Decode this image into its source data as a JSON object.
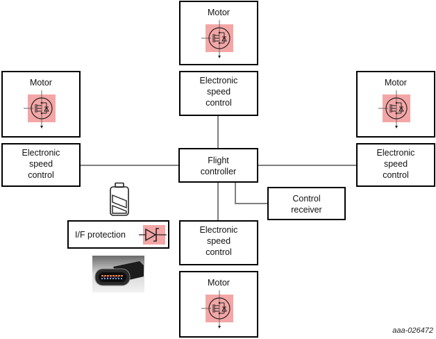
{
  "diagram": {
    "figure_id": "aaa-026472",
    "colors": {
      "box_border": "#000000",
      "connector": "#7f7f7f",
      "symbol_highlight": "#f4a6a6"
    },
    "motors": [
      {
        "label": "Motor",
        "icon": "mosfet-icon"
      },
      {
        "label": "Motor",
        "icon": "mosfet-icon"
      },
      {
        "label": "Motor",
        "icon": "mosfet-icon"
      },
      {
        "label": "Motor",
        "icon": "mosfet-icon"
      }
    ],
    "escs": [
      {
        "line1": "Electronic",
        "line2": "speed",
        "line3": "control"
      },
      {
        "line1": "Electronic",
        "line2": "speed",
        "line3": "control"
      },
      {
        "line1": "Electronic",
        "line2": "speed",
        "line3": "control"
      },
      {
        "line1": "Electronic",
        "line2": "speed",
        "line3": "control"
      }
    ],
    "flight_controller": {
      "line1": "Flight",
      "line2": "controller"
    },
    "control_receiver": {
      "line1": "Control",
      "line2": "receiver"
    },
    "if_protection": {
      "label": "I/F protection",
      "icon": "tvs-diode-icon"
    },
    "battery": {
      "icon": "battery-icon"
    },
    "connector_image": {
      "icon": "usb-c-connector-icon"
    }
  }
}
